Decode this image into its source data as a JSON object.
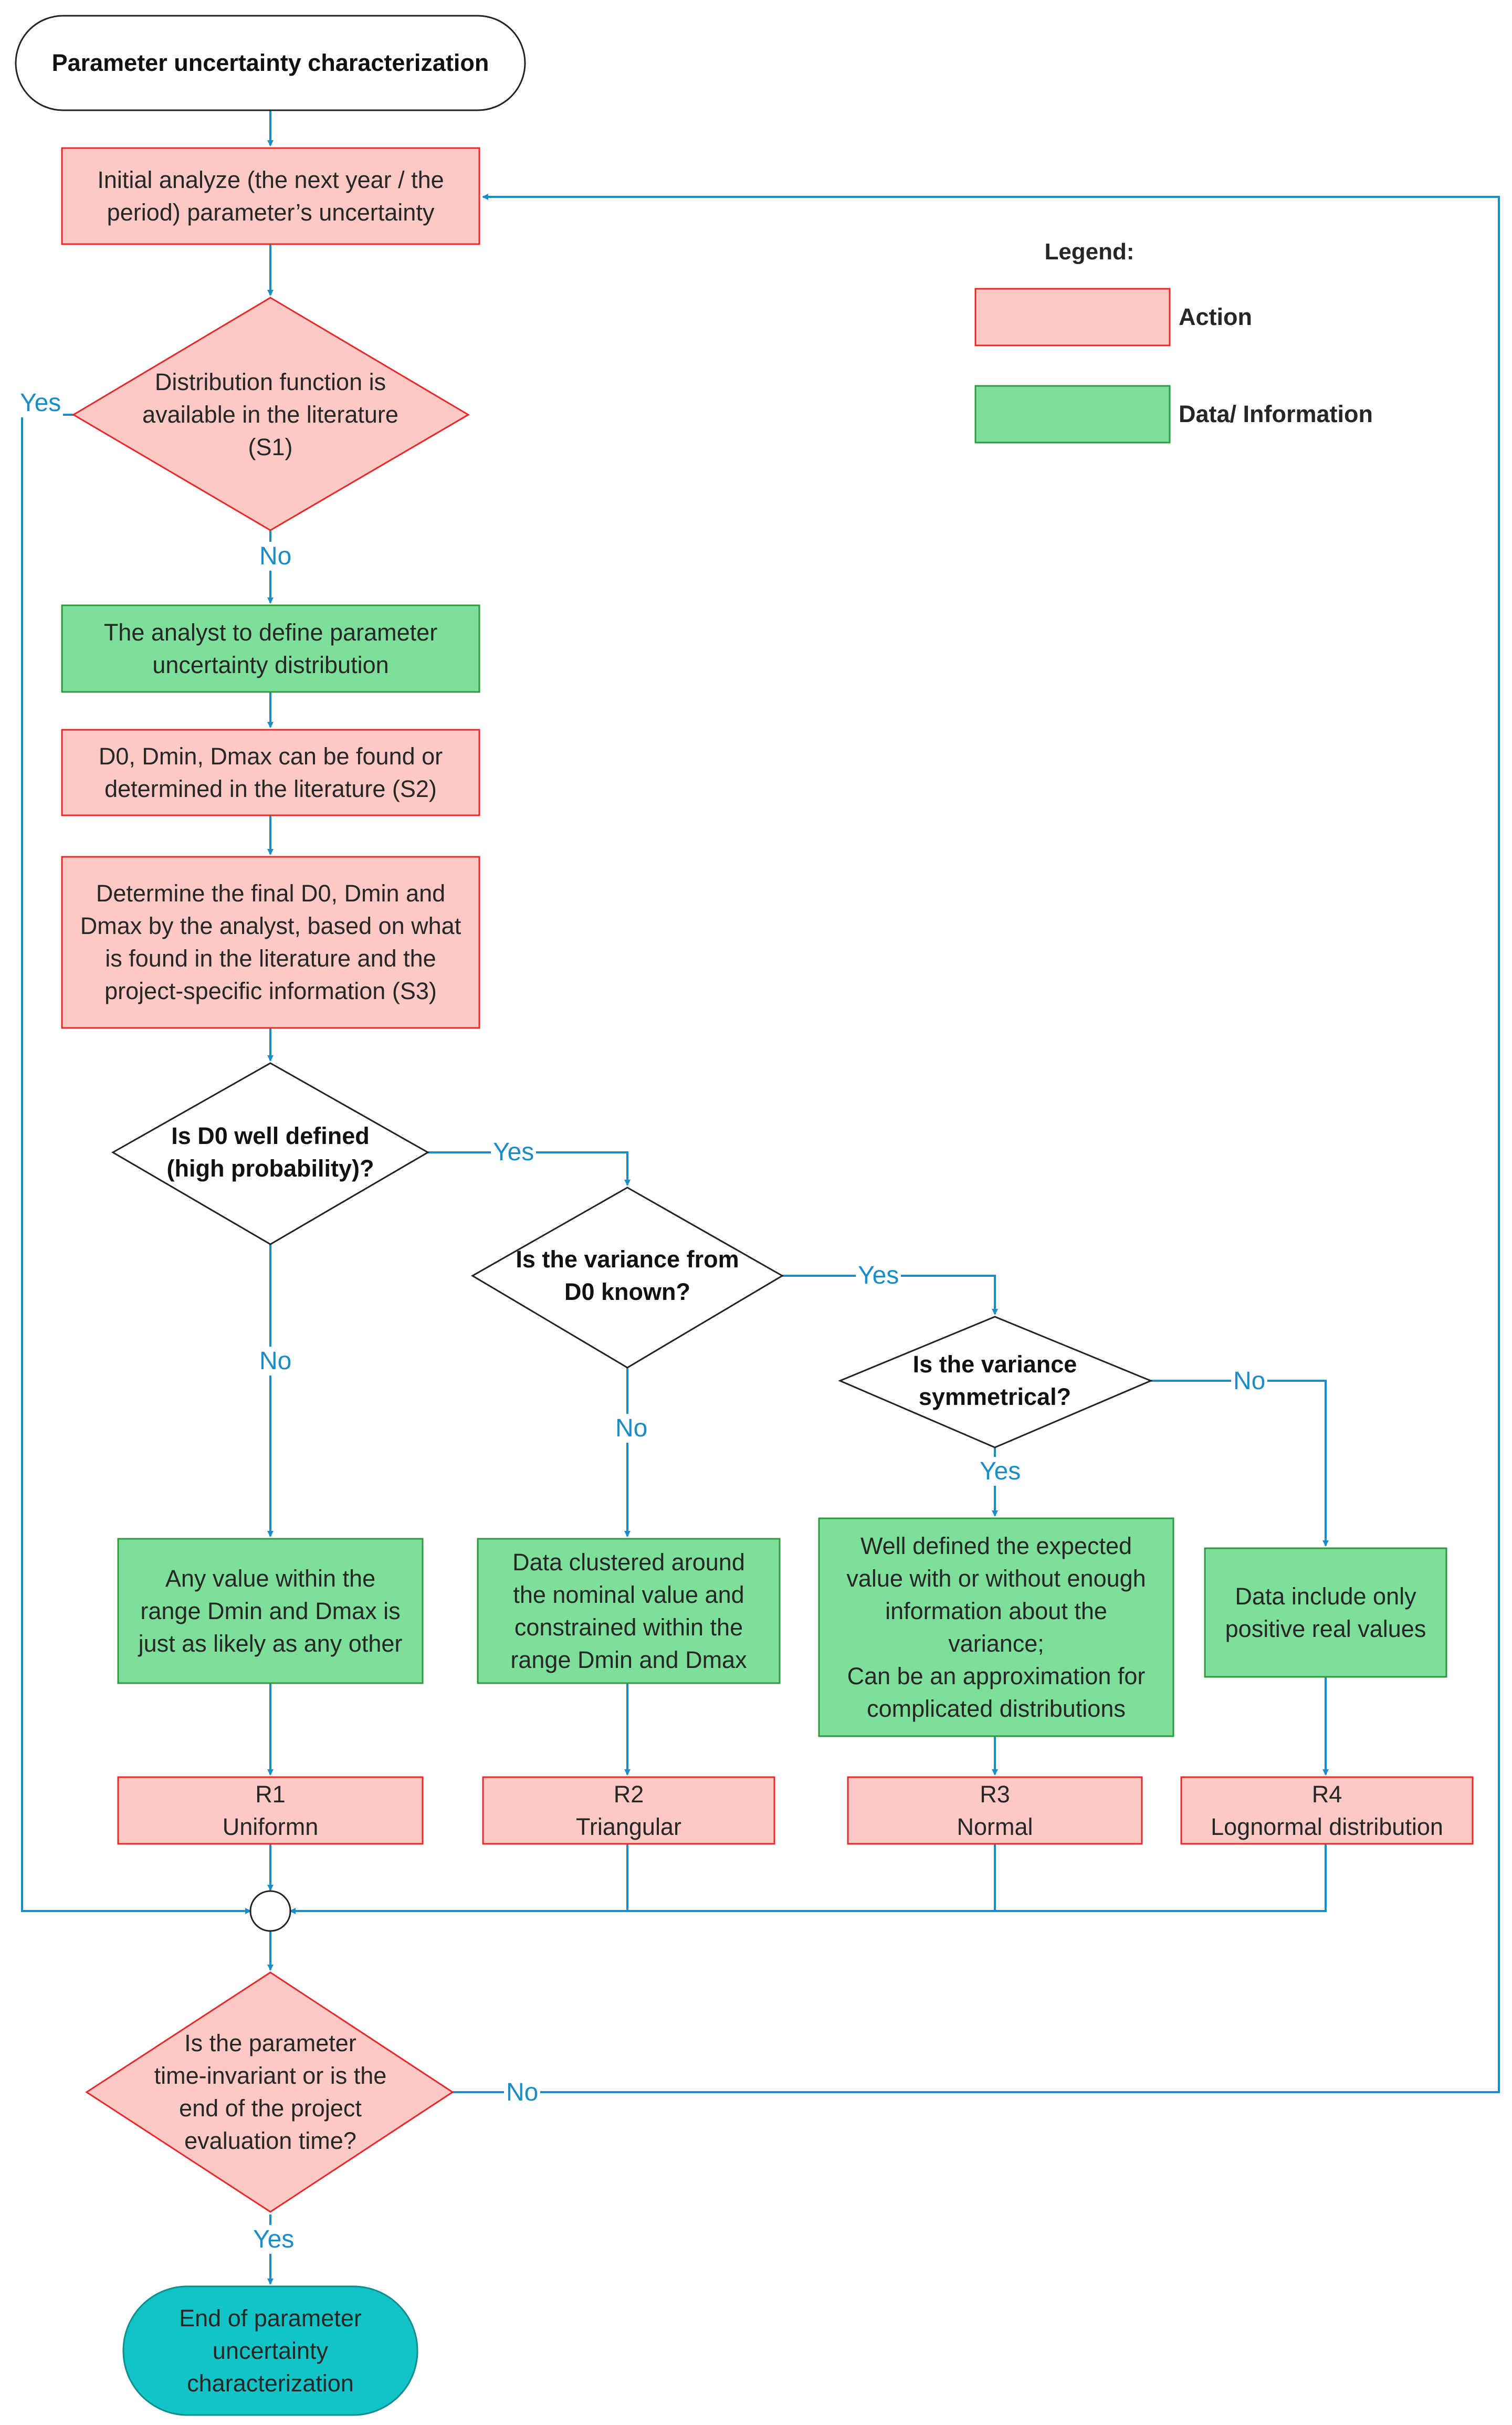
{
  "colors": {
    "action_fill": "#fcc9c4",
    "action_stroke": "#e8292b",
    "data_fill": "#7ddf9a",
    "data_stroke": "#2e9a3c",
    "connector": "#1a8dc8",
    "end_fill": "#13c4c6"
  },
  "nodes": {
    "start": "Parameter uncertainty characterization",
    "initial": "Initial analyze (the next year / the\nperiod)  parameter’s uncertainty",
    "s1": "Distribution function is\navailable in the literature\n(S1)",
    "analyst": "The analyst to define parameter\nuncertainty distribution",
    "s2": "D0, Dmin, Dmax can be found or\ndetermined in the literature (S2)",
    "s3": "Determine the final D0, Dmin and\nDmax by the analyst, based on what\nis found in the literature and the\nproject-specific information (S3)",
    "q_d0": "Is D0 well defined\n(high probability)?",
    "q_var": "Is the variance from\nD0 known?",
    "q_sym": "Is the variance\nsymmetrical?",
    "info_r1": "Any value within the\nrange Dmin and Dmax is\njust as likely as any other",
    "info_r2": "Data clustered around\nthe nominal value and\nconstrained within the\nrange Dmin and Dmax",
    "info_r3": "Well defined the expected\nvalue with or without enough\ninformation about the\nvariance;\nCan be an approximation for\ncomplicated distributions",
    "info_r4": "Data include only\npositive real values",
    "r1": "R1\nUniformn",
    "r2": "R2\nTriangular",
    "r3": "R3\nNormal",
    "r4": "R4\nLognormal distribution",
    "q_time": "Is the parameter\ntime-invariant or is the\nend of the project\nevaluation time?",
    "end": "End of parameter\nuncertainty\ncharacterization"
  },
  "edges": {
    "s1_yes": "Yes",
    "s1_no": "No",
    "d0_yes": "Yes",
    "d0_no": "No",
    "var_yes": "Yes",
    "var_no": "No",
    "sym_yes": "Yes",
    "sym_no": "No",
    "time_no": "No",
    "time_yes": "Yes"
  },
  "legend": {
    "title": "Legend:",
    "action": "Action",
    "data": "Data/ Information"
  }
}
